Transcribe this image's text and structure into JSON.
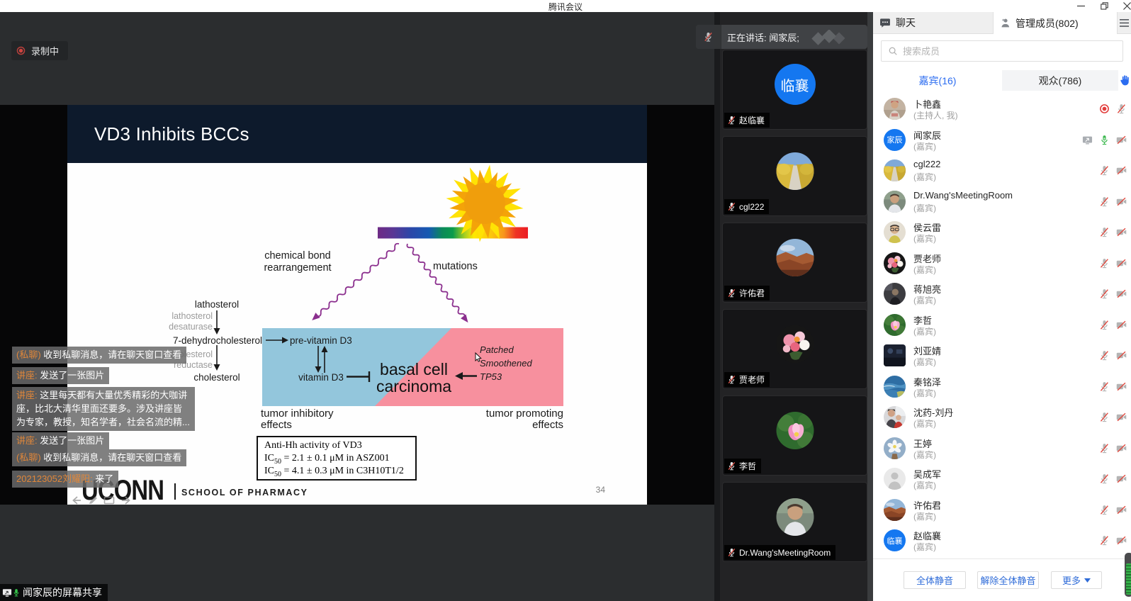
{
  "window": {
    "title": "腾讯会议"
  },
  "colors": {
    "accent_blue": "#2b6cf0",
    "record_red": "#e23d3c",
    "mic_green": "#3cb84e",
    "icon_gray": "#b4b4b4",
    "slash_red": "#e0483e",
    "sender_orange": "#e0873a",
    "slide_navy": "#0d1a2c",
    "box_blue": "#93c6dc",
    "box_pink": "#f7909e",
    "uv_purple": "#8b2f8e"
  },
  "share": {
    "recording_label": "录制中",
    "speaking_label": "正在讲话: 闻家辰;",
    "screen_share_label": "闻家辰的屏幕共享",
    "chat_overlay": [
      {
        "sender": "(私聊)",
        "text": " 收到私聊消息，请在聊天窗口查看"
      },
      {
        "sender": "讲座:",
        "text": " 发送了一张图片"
      },
      {
        "sender": "讲座:",
        "text": " 这里每天都有大量优秀精彩的大咖讲座，比北大清华里面还要多。涉及讲座皆为专家，教授，知名学者，社会名流的精..."
      },
      {
        "sender": "讲座:",
        "text": " 发送了一张图片"
      },
      {
        "sender": "(私聊)",
        "text": " 收到私聊消息，请在聊天窗口查看"
      },
      {
        "sender": "202123052刘耀阳:",
        "text": " 来了"
      }
    ]
  },
  "slide": {
    "title": "VD3 Inhibits BCCs",
    "page_number": "34",
    "logo": "UCONN",
    "logo_division": "SCHOOL OF PHARMACY",
    "diagram": {
      "lathosterol": "lathosterol",
      "enzyme1": [
        "lathosterol",
        "desaturase"
      ],
      "dhc": "7-dehydrocholesterol",
      "enzyme2": [
        "cholesterol",
        "reductase"
      ],
      "cholesterol": "cholesterol",
      "previt": "pre-vitamin D3",
      "vitd": "vitamin D3",
      "uv_left": [
        "chemical bond",
        "rearrangement"
      ],
      "uv_right": "mutations",
      "bcc": [
        "basal cell",
        "carcinoma"
      ],
      "gene1": "Patched",
      "gene2": "Smoothened",
      "gene3": "TP53",
      "inhibitory": [
        "tumor inhibitory",
        "effects"
      ],
      "promoting": [
        "tumor promoting",
        "effects"
      ],
      "box_title": "Anti-Hh activity of VD3",
      "box_line2": {
        "pre": "IC",
        "sub": "50",
        "post": " = 2.1 ± 0.1 μM in ASZ001"
      },
      "box_line3": {
        "pre": "IC",
        "sub": "50",
        "post": " = 4.1 ± 0.3 μM in C3H10T1/2"
      }
    }
  },
  "video_strip": {
    "tiles": [
      {
        "name": "赵临襄",
        "avatar": {
          "kind": "text",
          "text": "临襄",
          "bg": "#1477f0"
        }
      },
      {
        "name": "cgl222",
        "avatar": {
          "kind": "road"
        }
      },
      {
        "name": "许佑君",
        "avatar": {
          "kind": "autumn"
        }
      },
      {
        "name": "贾老师",
        "avatar": {
          "kind": "bouquet"
        }
      },
      {
        "name": "李哲",
        "avatar": {
          "kind": "lotus"
        }
      },
      {
        "name": "Dr.Wang'sMeetingRoom",
        "avatar": {
          "kind": "portrait"
        }
      }
    ]
  },
  "panel": {
    "tab_chat": "聊天",
    "tab_members": "管理成员(802)",
    "search_placeholder": "搜索成员",
    "subtab_guests": "嘉宾(16)",
    "subtab_audience": "观众(786)",
    "members": [
      {
        "name": "卜艳鑫",
        "role": "(主持人, 我)",
        "icons": [
          "record",
          "mic-off"
        ],
        "avatar": {
          "kind": "host-photo"
        }
      },
      {
        "name": "闻家辰",
        "role": "(嘉宾)",
        "icons": [
          "screen",
          "mic-on",
          "cam-off"
        ],
        "avatar": {
          "kind": "text",
          "text": "家辰",
          "bg": "#1477f0"
        }
      },
      {
        "name": "cgl222",
        "role": "(嘉宾)",
        "icons": [
          "mic-off",
          "cam-off"
        ],
        "avatar": {
          "kind": "road"
        }
      },
      {
        "name": "Dr.Wang'sMeetingRoom",
        "role": "(嘉宾)",
        "icons": [
          "mic-off",
          "cam-off"
        ],
        "avatar": {
          "kind": "portrait"
        }
      },
      {
        "name": "侯云雷",
        "role": "(嘉宾)",
        "icons": [
          "mic-off",
          "cam-off"
        ],
        "avatar": {
          "kind": "man-glasses"
        }
      },
      {
        "name": "贾老师",
        "role": "(嘉宾)",
        "icons": [
          "mic-off",
          "cam-off"
        ],
        "avatar": {
          "kind": "bouquet"
        }
      },
      {
        "name": "蒋旭亮",
        "role": "(嘉宾)",
        "icons": [
          "mic-off",
          "cam-off"
        ],
        "avatar": {
          "kind": "dark-room"
        }
      },
      {
        "name": "李哲",
        "role": "(嘉宾)",
        "icons": [
          "mic-off",
          "cam-off"
        ],
        "avatar": {
          "kind": "lotus"
        }
      },
      {
        "name": "刘亚婧",
        "role": "(嘉宾)",
        "icons": [
          "mic-off",
          "cam-off"
        ],
        "avatar": {
          "kind": "night",
          "shape": "square"
        }
      },
      {
        "name": "秦铭泽",
        "role": "(嘉宾)",
        "icons": [
          "mic-off",
          "cam-off"
        ],
        "avatar": {
          "kind": "sea"
        }
      },
      {
        "name": "沈药-刘丹",
        "role": "(嘉宾)",
        "icons": [
          "mic-off",
          "cam-off"
        ],
        "avatar": {
          "kind": "two-people"
        }
      },
      {
        "name": "王婷",
        "role": "(嘉宾)",
        "icons": [
          "mic-off",
          "cam-off"
        ],
        "avatar": {
          "kind": "white-flower"
        }
      },
      {
        "name": "吴成军",
        "role": "(嘉宾)",
        "icons": [
          "mic-off",
          "cam-off"
        ],
        "avatar": {
          "kind": "default"
        }
      },
      {
        "name": "许佑君",
        "role": "(嘉宾)",
        "icons": [
          "mic-off",
          "cam-off"
        ],
        "avatar": {
          "kind": "autumn"
        }
      },
      {
        "name": "赵临襄",
        "role": "(嘉宾)",
        "icons": [
          "mic-off",
          "cam-off"
        ],
        "avatar": {
          "kind": "text",
          "text": "临襄",
          "bg": "#1477f0"
        }
      }
    ],
    "footer": {
      "mute_all": "全体静音",
      "unmute_all": "解除全体静音",
      "more": "更多"
    }
  }
}
